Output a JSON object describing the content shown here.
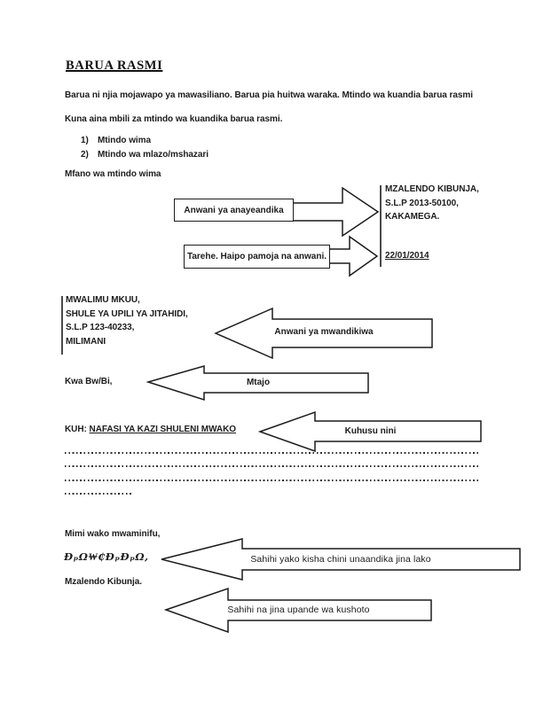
{
  "page": {
    "title": "BARUA RASMI",
    "intro1": "Barua ni njia mojawapo ya mawasiliano. Barua pia huitwa waraka. Mtindo wa kuandia barua rasmi",
    "intro2": "Kuna aina mbili za mtindo wa kuandika barua rasmi.",
    "list": [
      {
        "num": "1)",
        "text": "Mtindo wima"
      },
      {
        "num": "2)",
        "text": "Mtindo wa mlazo/mshazari"
      }
    ],
    "example_heading": "Mfano wa mtindo wima"
  },
  "letter": {
    "sender_address": [
      "MZALENDO KIBUNJA,",
      "S.L.P 2013-50100,",
      "KAKAMEGA."
    ],
    "date": "22/01/2014",
    "recipient_address": [
      "MWALIMU MKUU,",
      "SHULE YA UPILI YA JITAHIDI,",
      "S.L.P 123-40233,",
      "MILIMANI"
    ],
    "salutation": "Kwa Bw/Bi,",
    "subject_prefix": "KUH:",
    "subject": "NAFASI YA KAZI SHULENI MWAKO",
    "closing": "Mimi wako mwaminifu,",
    "signature_scribble": "ÐₚΩ₩₵ÐₚÐₚΩ,",
    "sender_name": "Mzalendo Kibunja."
  },
  "annotations": {
    "sender_address_label": "Anwani ya anayeandika",
    "date_label": "Tarehe. Haipo pamoja na anwani.",
    "recipient_label": "Anwani ya mwandikiwa",
    "salutation_label": "Mtajo",
    "subject_label": "Kuhusu nini",
    "signature_label": "Sahihi yako kisha chini unaandika jina lako",
    "signature_position_label": "Sahihi na jina upande wa kushoto"
  },
  "colors": {
    "ink": "#1c1c1c",
    "paper": "#ffffff"
  }
}
